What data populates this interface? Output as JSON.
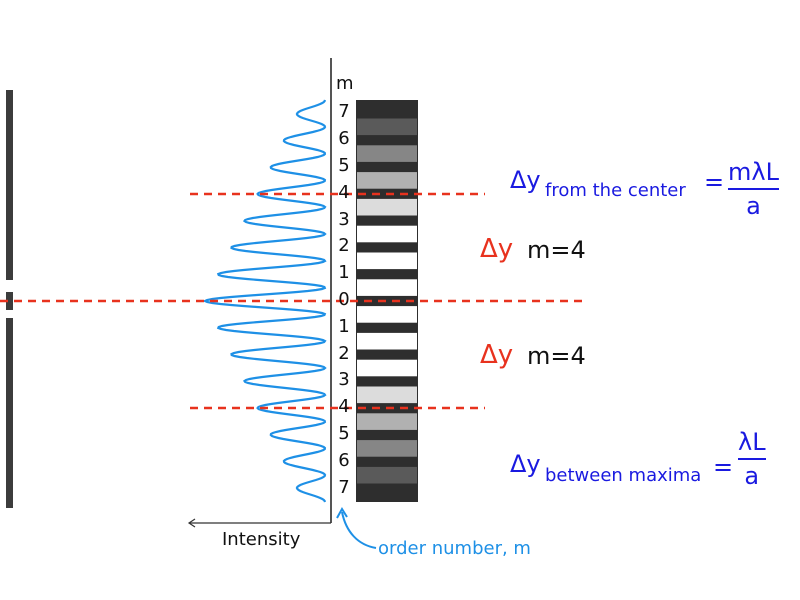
{
  "diagram": {
    "title": "Single-slit diffraction pattern with order numbers",
    "axis_label_m": "m",
    "order_labels_top": [
      "7",
      "6",
      "5",
      "4",
      "3",
      "2",
      "1"
    ],
    "center_label": "0",
    "order_labels_bottom": [
      "1",
      "2",
      "3",
      "4",
      "5",
      "6",
      "7"
    ],
    "intensity_label": "Intensity",
    "order_number_note": "order number, m",
    "delta_y_symbol": "Δy",
    "upper_annotation": "m=4",
    "lower_annotation": "m=4",
    "formula_center": {
      "lhs": "Δy",
      "subscript": "from the center",
      "equals": "=",
      "numerator": "mλL",
      "denominator": "a"
    },
    "formula_between": {
      "lhs": "Δy",
      "subscript": "between maxima",
      "equals": "=",
      "numerator": "λL",
      "denominator": "a"
    },
    "colors": {
      "curve": "#1e90e6",
      "dashed_lines": "#e8321e",
      "formula_text": "#1a1ae0",
      "delta_y": "#e8321e",
      "barrier": "#3c3c3c"
    },
    "marked_orders": [
      4,
      0,
      -4
    ]
  }
}
